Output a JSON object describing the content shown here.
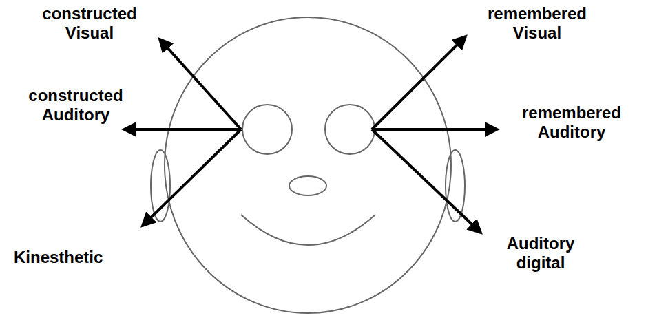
{
  "diagram": {
    "labels": [
      "constructed Visual",
      "constructed Auditory",
      "Kinesthetic",
      "remembered Visual",
      "remembered Auditory",
      "Auditory digital"
    ]
  }
}
